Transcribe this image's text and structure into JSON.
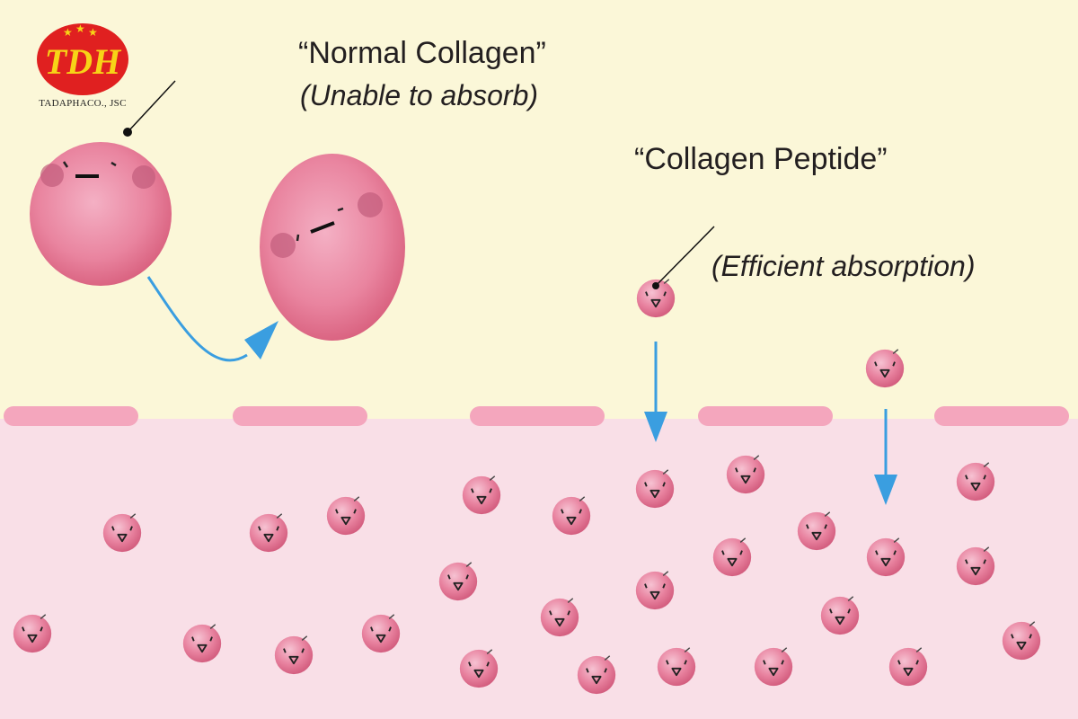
{
  "logo": {
    "mark": "TDH",
    "company": "TADAPHACO., JSC",
    "colors": {
      "mark_bg": "#e02020",
      "mark_text": "#f7d417"
    }
  },
  "normal_collagen": {
    "title": "“Normal Collagen”",
    "subtitle": "(Unable to absorb)"
  },
  "collagen_peptide": {
    "title": "“Collagen Peptide”",
    "subtitle": "(Efficient absorption)"
  },
  "colors": {
    "upper_bg": "#fbf7d8",
    "lower_bg": "#f9dfe7",
    "membrane": "#f4a6bd",
    "molecule": "#e07193",
    "arrow": "#3a9ee0"
  }
}
